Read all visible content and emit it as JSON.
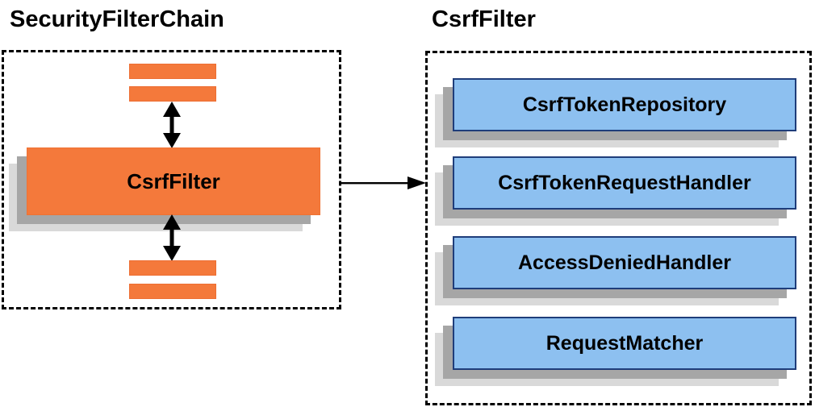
{
  "left_panel": {
    "title": "SecurityFilterChain",
    "filter_box": {
      "label": "CsrfFilter"
    },
    "stack_bars_above": 2,
    "stack_bars_below": 2
  },
  "right_panel": {
    "title": "CsrfFilter",
    "components": [
      {
        "label": "CsrfTokenRepository"
      },
      {
        "label": "CsrfTokenRequestHandler"
      },
      {
        "label": "AccessDeniedHandler"
      },
      {
        "label": "RequestMatcher"
      }
    ]
  },
  "icons": {
    "vertical_double_arrow": "up-down-arrow",
    "flow_arrow": "right-arrow"
  },
  "colors": {
    "filter_orange": "#F4793B",
    "component_blue_fill": "#8DC0F0",
    "component_blue_border": "#1F3D7A",
    "shadow_dark": "#A6A6A6",
    "shadow_light": "#D9D9D9",
    "arrow": "#000000",
    "text": "#000000",
    "background": "#FFFFFF"
  }
}
